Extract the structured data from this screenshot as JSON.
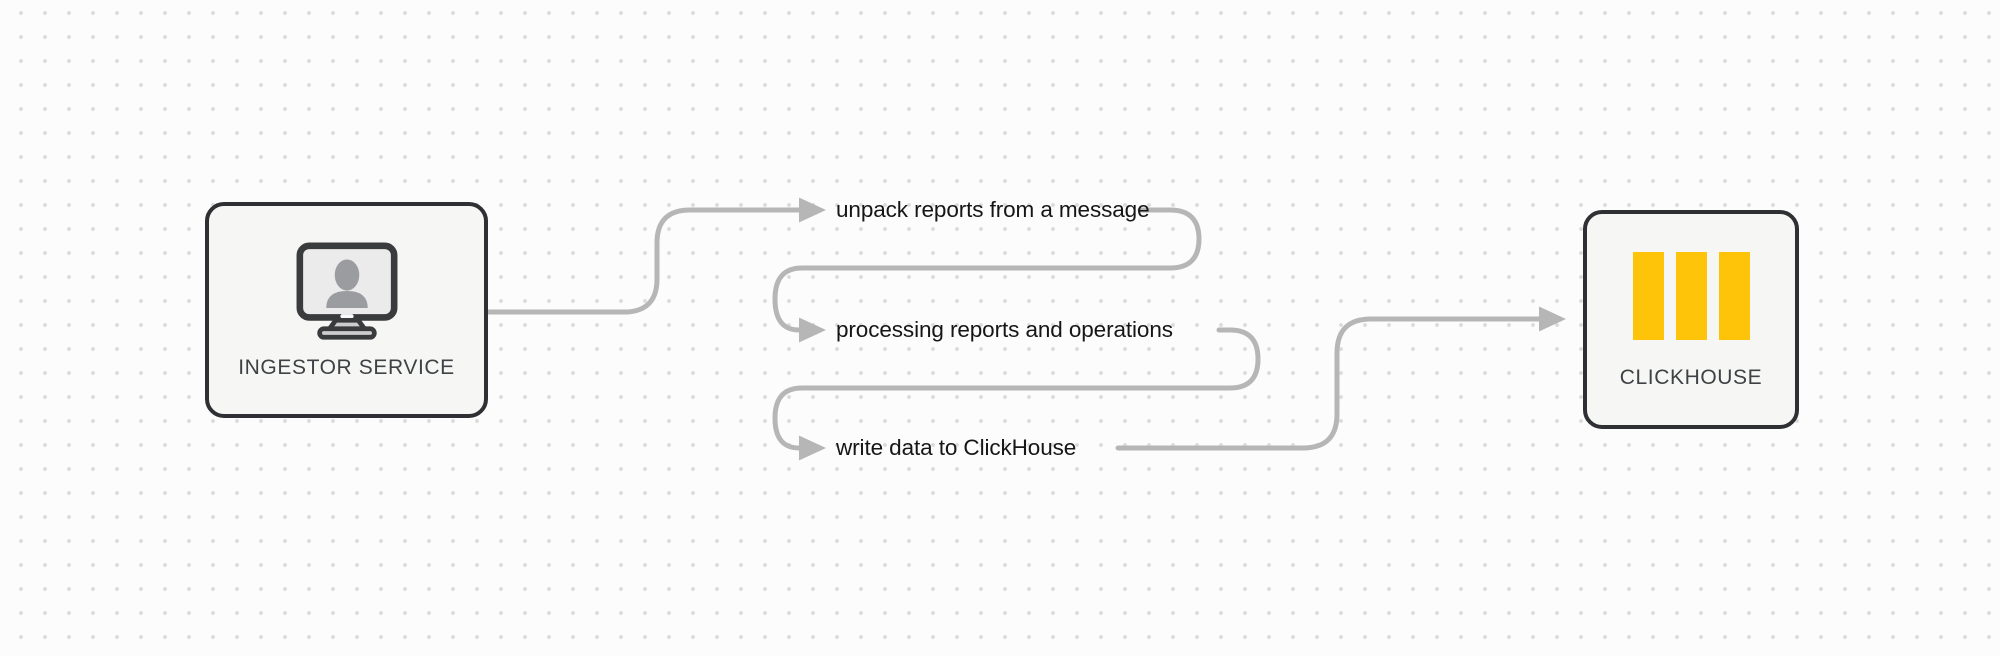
{
  "diagram": {
    "nodes": [
      {
        "id": "ingestor-service",
        "label": "INGESTOR SERVICE",
        "icon": "monitor-user-icon"
      },
      {
        "id": "clickhouse",
        "label": "CLICKHOUSE",
        "icon": "clickhouse-bars-logo-icon"
      }
    ],
    "steps": [
      {
        "label": "unpack reports from a message"
      },
      {
        "label": "processing reports and operations"
      },
      {
        "label": "write data to ClickHouse"
      }
    ],
    "colors": {
      "connector": "#b6b6b6",
      "node_border": "#2e3033",
      "node_fill": "#f6f6f5",
      "node_text": "#3f4245",
      "step_text": "#161616",
      "clickhouse_yellow": "#fdc40a",
      "background": "#fcfcfc",
      "dot": "#dcdcdc"
    }
  }
}
